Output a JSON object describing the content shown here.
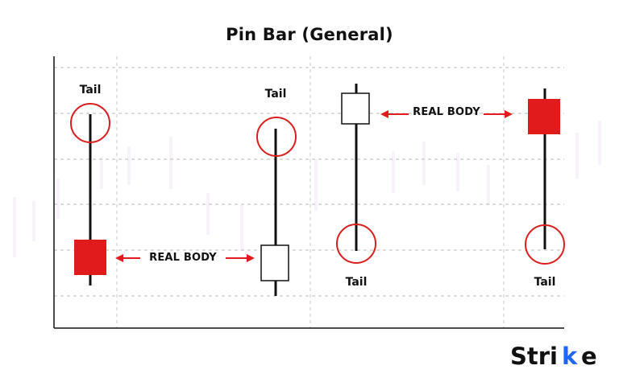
{
  "title": "Pin Bar (General)",
  "labels": {
    "tail": "Tail",
    "real_body": "REAL BODY"
  },
  "brand": {
    "name": "Strike",
    "prefix": "Stri",
    "accent_part": "k",
    "suffix": "e"
  },
  "colors": {
    "bearish_body": "#e11b1b",
    "accent_circle": "#d91e1e",
    "arrow": "#e11b1b",
    "grid": "#b9b9b9",
    "brand_accent": "#1e66f5"
  }
}
